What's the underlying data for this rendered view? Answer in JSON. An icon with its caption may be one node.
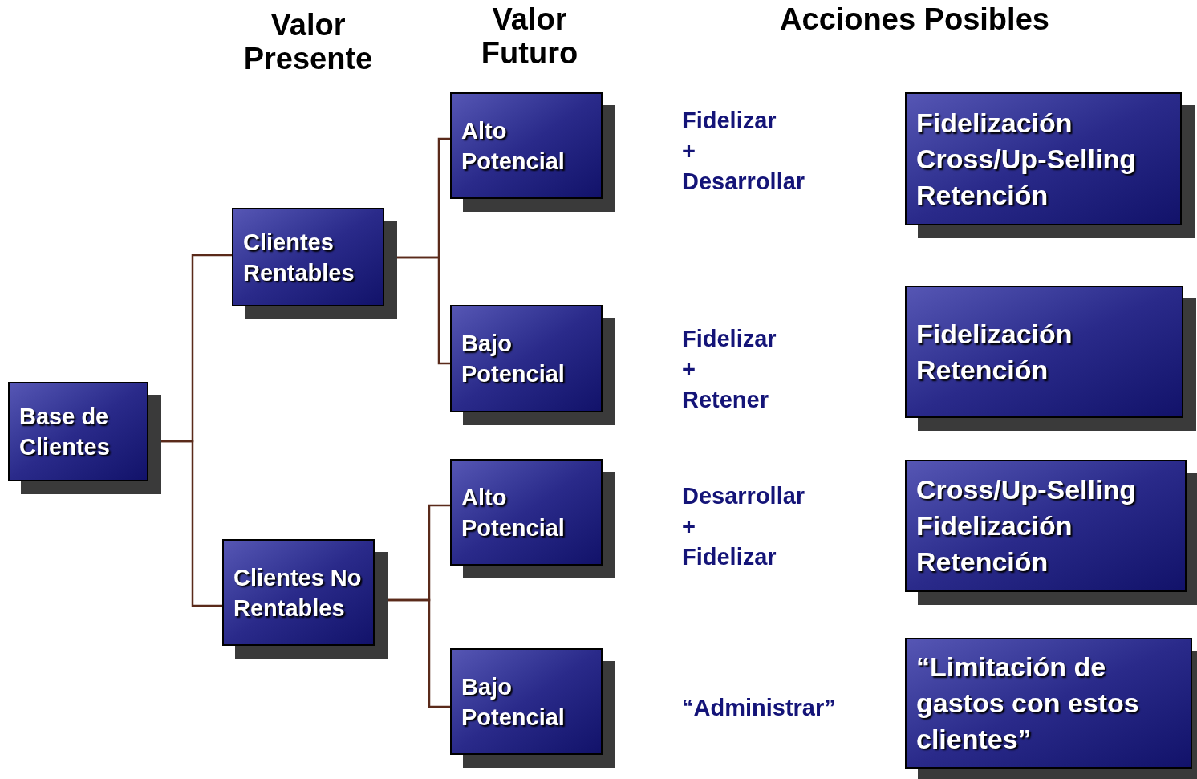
{
  "diagram": {
    "nodes": [
      {
        "text": [
          "Base de Clientes"
        ]
      },
      {
        "text": [
          "Clientes Rentables"
        ]
      },
      {
        "text": [
          "Clientes No Rentables"
        ]
      },
      {
        "text": [
          "Alto Potencial"
        ]
      },
      {
        "text": [
          "Bajo Potencial"
        ]
      },
      {
        "text": [
          "Alto Potencial"
        ]
      },
      {
        "text": [
          "Bajo Potencial"
        ]
      },
      {
        "text": [
          "Fidelización",
          "Cross/Up-Selling",
          "Retención"
        ]
      },
      {
        "text": [
          "Fidelización",
          "Retención"
        ]
      },
      {
        "text": [
          "Cross/Up-Selling",
          "Fidelización",
          "Retención"
        ]
      },
      {
        "text": [
          "“Limitación de gastos con estos clientes”"
        ]
      }
    ],
    "edges": [
      {
        "from": 0,
        "to": 1,
        "arrow": "none"
      },
      {
        "from": 0,
        "to": 2,
        "arrow": "none"
      },
      {
        "from": 1,
        "to": 3,
        "arrow": "none"
      },
      {
        "from": 1,
        "to": 4,
        "arrow": "none"
      },
      {
        "from": 2,
        "to": 5,
        "arrow": "none"
      },
      {
        "from": 2,
        "to": 6,
        "arrow": "none"
      }
    ],
    "labels": [
      "Valor Presente",
      "Valor Futuro",
      "Acciones Posibles",
      "Fidelizar",
      "+",
      "Desarrollar",
      "Fidelizar",
      "+",
      "Retener",
      "Desarrollar",
      "+",
      "Fidelizar",
      "“Administrar”"
    ]
  }
}
